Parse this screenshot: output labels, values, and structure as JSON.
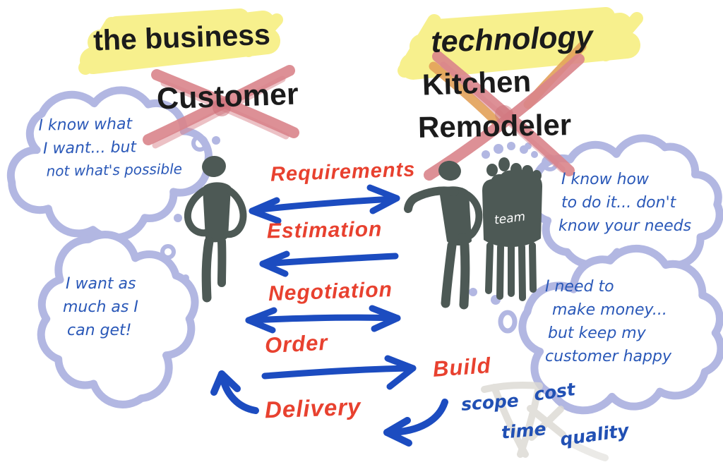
{
  "titles": {
    "left_highlight": "the business",
    "left_crossed": "Customer",
    "right_highlight": "technology",
    "right_crossed_line1": "Kitchen",
    "right_crossed_line2": "Remodeler"
  },
  "bubbles": {
    "top_left": {
      "lines": [
        "I know what",
        "I want... but",
        "not what's possible"
      ]
    },
    "bottom_left": {
      "lines": [
        "I want as",
        "much as I",
        "can get!"
      ]
    },
    "top_right": {
      "lines": [
        "I know how",
        "to do it... don't",
        "know your needs"
      ]
    },
    "bottom_right": {
      "lines": [
        "I need to",
        "make money...",
        "but keep my",
        "customer happy"
      ]
    }
  },
  "steps": {
    "requirements": "Requirements",
    "estimation": "Estimation",
    "negotiation": "Negotiation",
    "order": "Order",
    "build": "Build",
    "delivery": "Delivery"
  },
  "figures": {
    "team_label": "team"
  },
  "constraints": {
    "scope": "scope",
    "cost": "cost",
    "time": "time",
    "quality": "quality"
  },
  "colors": {
    "marker_black": "#1b1b1b",
    "step_red": "#e8412f",
    "ink_blue": "#2a58b8",
    "arrow_blue": "#1c4cc0",
    "bubble_lavender": "#b2b7e2",
    "highlight_yellow": "#f7f08d",
    "cross_rose": "#d9848b",
    "cross_orange": "#e2a159",
    "figure_gray": "#4d5955",
    "faint_gray": "#dcd9d3"
  }
}
